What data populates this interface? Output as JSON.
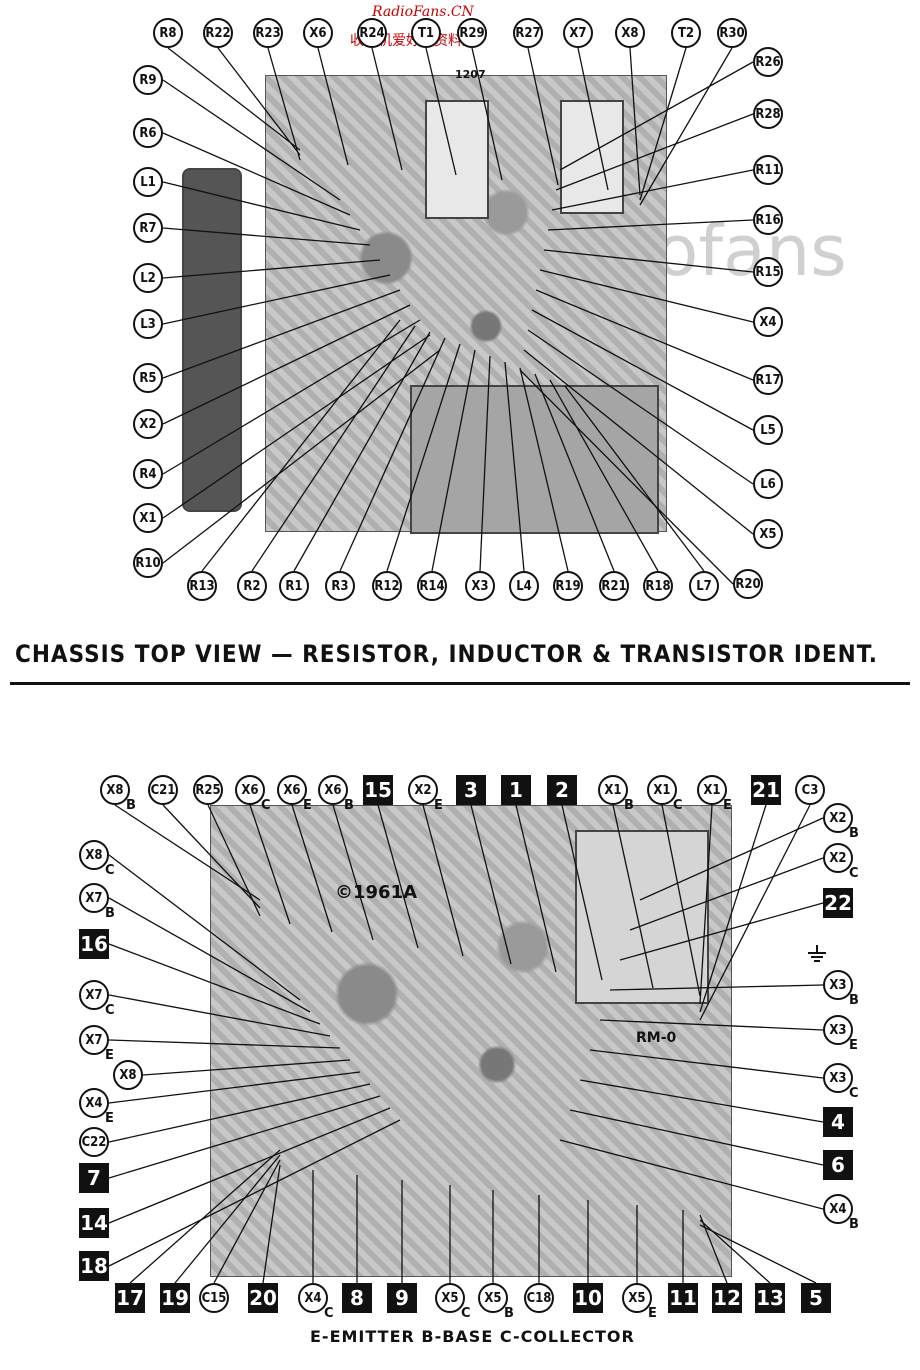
{
  "watermark": {
    "site": "RadioFans.CN",
    "tagline": "收音机爱好者资料库",
    "faint": "radiofans"
  },
  "top_diagram": {
    "title": "CHASSIS TOP VIEW — RESISTOR, INDUCTOR & TRANSISTOR IDENT.",
    "board_marking": "1207",
    "labels": {
      "top": [
        "R8",
        "R22",
        "R23",
        "X6",
        "R24",
        "T1",
        "R29",
        "R27",
        "X7",
        "X8",
        "T2",
        "R30"
      ],
      "left": [
        "R9",
        "R6",
        "L1",
        "R7",
        "L2",
        "L3",
        "R5",
        "X2",
        "R4",
        "X1",
        "R10"
      ],
      "right": [
        "R26",
        "R28",
        "R11",
        "R16",
        "R15",
        "X4",
        "R17",
        "L5",
        "L6",
        "X5",
        "R20"
      ],
      "bottom": [
        "R13",
        "R2",
        "R1",
        "R3",
        "R12",
        "R14",
        "X3",
        "L4",
        "R19",
        "R21",
        "R18",
        "L7"
      ]
    }
  },
  "bottom_diagram": {
    "legend": "E-EMITTER  B-BASE  C-COLLECTOR",
    "board_markings": [
      "©1961A",
      "RM-0"
    ],
    "top_labels": [
      {
        "t": "X8",
        "s": "B"
      },
      {
        "t": "C21",
        "s": ""
      },
      {
        "t": "R25",
        "s": ""
      },
      {
        "t": "X6",
        "s": "C"
      },
      {
        "t": "X6",
        "s": "E"
      },
      {
        "t": "X6",
        "s": "B"
      },
      {
        "t": "15",
        "box": true
      },
      {
        "t": "X2",
        "s": "E"
      },
      {
        "t": "3",
        "box": true
      },
      {
        "t": "1",
        "box": true
      },
      {
        "t": "2",
        "box": true
      },
      {
        "t": "X1",
        "s": "B"
      },
      {
        "t": "X1",
        "s": "C"
      },
      {
        "t": "X1",
        "s": "E"
      },
      {
        "t": "21",
        "box": true
      },
      {
        "t": "C3",
        "s": ""
      }
    ],
    "left_labels": [
      {
        "t": "X8",
        "s": "C"
      },
      {
        "t": "X7",
        "s": "B"
      },
      {
        "t": "16",
        "box": true
      },
      {
        "t": "X7",
        "s": "C"
      },
      {
        "t": "X7",
        "s": "E"
      },
      {
        "t": "X8",
        "s": ""
      },
      {
        "t": "X4",
        "s": "E"
      },
      {
        "t": "C22",
        "s": ""
      },
      {
        "t": "7",
        "box": true
      },
      {
        "t": "14",
        "box": true
      },
      {
        "t": "18",
        "box": true
      }
    ],
    "right_labels": [
      {
        "t": "X2",
        "s": "B"
      },
      {
        "t": "X2",
        "s": "C"
      },
      {
        "t": "22",
        "box": true
      },
      {
        "t": "X3",
        "s": "B"
      },
      {
        "t": "X3",
        "s": "E"
      },
      {
        "t": "X3",
        "s": "C"
      },
      {
        "t": "4",
        "box": true
      },
      {
        "t": "6",
        "box": true
      },
      {
        "t": "X4",
        "s": "B"
      }
    ],
    "bottom_labels": [
      {
        "t": "17",
        "box": true
      },
      {
        "t": "19",
        "box": true
      },
      {
        "t": "C15",
        "s": ""
      },
      {
        "t": "20",
        "box": true
      },
      {
        "t": "X4",
        "s": "C"
      },
      {
        "t": "8",
        "box": true
      },
      {
        "t": "9",
        "box": true
      },
      {
        "t": "X5",
        "s": "C"
      },
      {
        "t": "X5",
        "s": "B"
      },
      {
        "t": "C18",
        "s": ""
      },
      {
        "t": "10",
        "box": true
      },
      {
        "t": "X5",
        "s": "E"
      },
      {
        "t": "11",
        "box": true
      },
      {
        "t": "12",
        "box": true
      },
      {
        "t": "13",
        "box": true
      },
      {
        "t": "5",
        "box": true
      }
    ]
  }
}
